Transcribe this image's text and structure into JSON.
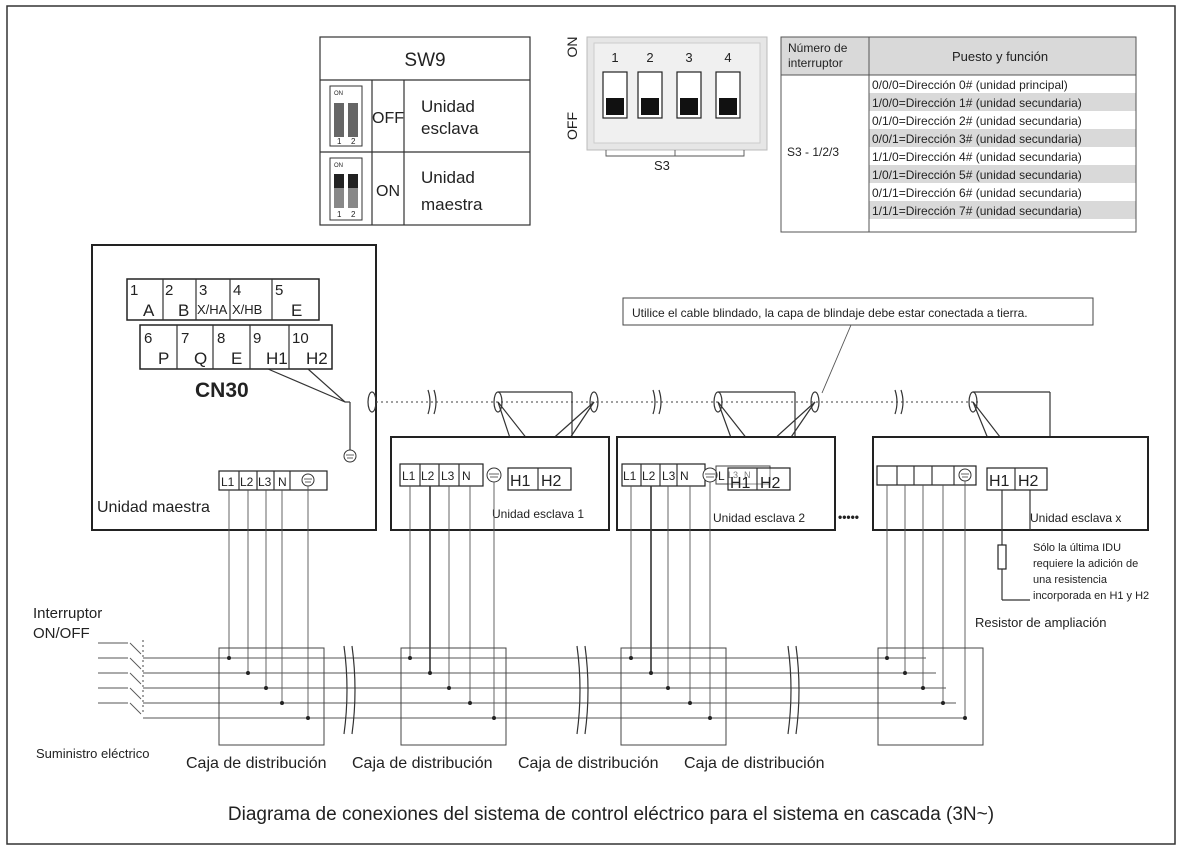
{
  "sw9": {
    "title": "SW9",
    "switch_on_label": "ON",
    "switch_nums": [
      "1",
      "2"
    ],
    "row1_state": "OFF",
    "row1_desc": [
      "Unidad",
      "esclava"
    ],
    "row2_state": "ON",
    "row2_desc": [
      "Unidad",
      "maestra"
    ]
  },
  "s3": {
    "on_label": "ON",
    "off_label": "OFF",
    "switch_nums": [
      "1",
      "2",
      "3",
      "4"
    ],
    "name": "S3"
  },
  "func_table": {
    "header_col1": [
      "Número de",
      "interruptor"
    ],
    "header_col2": "Puesto y función",
    "switch_id": "S3 - 1/2/3",
    "rows": [
      "0/0/0=Dirección 0# (unidad principal)",
      "1/0/0=Dirección 1# (unidad secundaria)",
      "0/1/0=Dirección 2# (unidad secundaria)",
      "0/0/1=Dirección 3# (unidad secundaria)",
      "1/1/0=Dirección 4# (unidad secundaria)",
      "1/0/1=Dirección 5# (unidad secundaria)",
      "0/1/1=Dirección 6# (unidad secundaria)",
      "1/1/1=Dirección 7# (unidad secundaria)"
    ]
  },
  "master": {
    "terminals_top": [
      {
        "num": "1",
        "label": "A"
      },
      {
        "num": "2",
        "label": "B"
      },
      {
        "num": "3",
        "label": "X/HA"
      },
      {
        "num": "4",
        "label": "X/HB"
      },
      {
        "num": "5",
        "label": "E"
      }
    ],
    "terminals_bottom": [
      {
        "num": "6",
        "label": "P"
      },
      {
        "num": "7",
        "label": "Q"
      },
      {
        "num": "8",
        "label": "E"
      },
      {
        "num": "9",
        "label": "H1"
      },
      {
        "num": "10",
        "label": "H2"
      }
    ],
    "connector": "CN30",
    "power_terms": [
      "L1",
      "L2",
      "L3",
      "N"
    ],
    "name": "Unidad maestra"
  },
  "shield_note": "Utilice el cable blindado, la capa de blindaje debe estar conectada a tierra.",
  "slave_units": [
    {
      "name": "Unidad esclava 1",
      "power_terms": [
        "L1",
        "L2",
        "L3",
        "N"
      ],
      "bus_terms": [
        "H1",
        "H2"
      ]
    },
    {
      "name": "Unidad esclava 2",
      "power_terms": [
        "L1",
        "L2",
        "L3",
        "N",
        "L",
        "L3",
        "N"
      ],
      "bus_terms": [
        "H1",
        "H2"
      ]
    },
    {
      "name": "Unidad esclava x",
      "power_terms": [
        "",
        "",
        "",
        ""
      ],
      "bus_terms": [
        "H1",
        "H2"
      ]
    }
  ],
  "ellipsis": "•••••",
  "resistor_note": [
    "Sólo la última IDU",
    "requiere la adición de",
    "una resistencia",
    "incorporada en H1 y H2"
  ],
  "resistor_label": "Resistor de ampliación",
  "switch_label": [
    "Interruptor",
    "ON/OFF"
  ],
  "supply_label": "Suministro eléctrico",
  "dist_boxes": [
    "Caja de distribución",
    "Caja de distribución",
    "Caja de distribución",
    "Caja de distribución"
  ],
  "caption": "Diagrama de conexiones del sistema de control eléctrico para el sistema en cascada (3N~)"
}
